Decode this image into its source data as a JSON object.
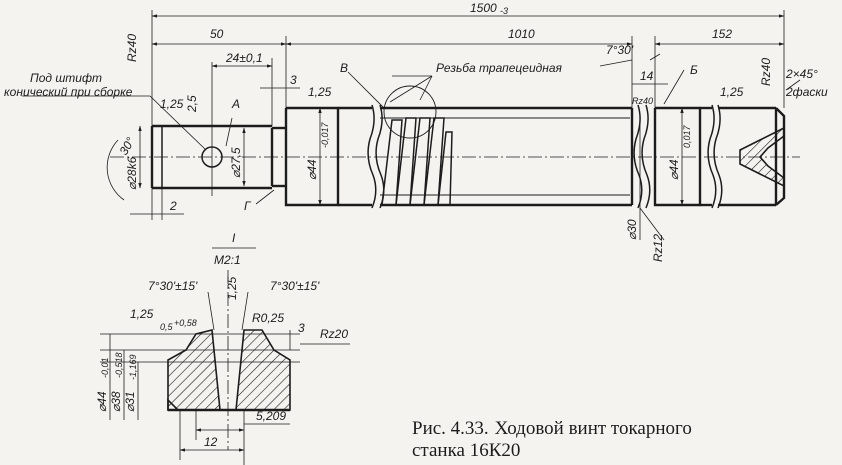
{
  "drawing": {
    "overall_length": "1500",
    "overall_length_tol": "-3",
    "len_left": "50",
    "len_mid": "1010",
    "len_right": "152",
    "len_24": "24±0,1",
    "len_3": "3",
    "len_14": "14",
    "len_2": "2",
    "angle_7_30": "7°30'",
    "angle_30": "30°",
    "chamfer": "2×45°",
    "chamfer_note": "2фаски",
    "note_pin_line1": "Под штифт",
    "note_pin_line2": "конический при сборке",
    "note_thread": "Резьба трапецеидная",
    "rough_rz40_left": "Rz40",
    "rough_rz40_right": "Rz40",
    "rough_rz40_mid": "Rz40",
    "rough_rz12": "Rz12",
    "rough_125_a": "1,25",
    "rough_125_b": "1,25",
    "rough_125_c": "1,25",
    "rough_25": "2,5",
    "label_a": "А",
    "label_b": "Б",
    "label_v": "В",
    "label_g": "Г",
    "dia_28": "⌀28k6",
    "dia_275": "⌀27,5",
    "dia_44_left": "⌀44",
    "dia_44_left_tol": "-0,017",
    "dia_44_right": "⌀44",
    "dia_44_right_tol": "0,017",
    "dia_30": "⌀30"
  },
  "detail": {
    "view_label": "I",
    "scale": "М2:1",
    "angle_left": "7°30'±15'",
    "angle_right": "7°30'±15'",
    "rough_125_top": "1,25",
    "rough_125_left": "1,25",
    "offset": "0,5",
    "offset_tol": "+0,58",
    "radius": "R0,25",
    "depth": "3",
    "rough_rz20": "Rz20",
    "dia_44": "⌀44",
    "dia_44_tol": "-0,01",
    "dia_38": "⌀38",
    "dia_38_tol": "-0,518",
    "dia_31": "⌀31",
    "dia_31_tol": "-1,169",
    "pitch": "12",
    "width": "5,209"
  },
  "caption": {
    "prefix": "Рис. 4.33.",
    "title_line1": "Ходовой винт токарного",
    "title_line2": "станка 16К20"
  }
}
